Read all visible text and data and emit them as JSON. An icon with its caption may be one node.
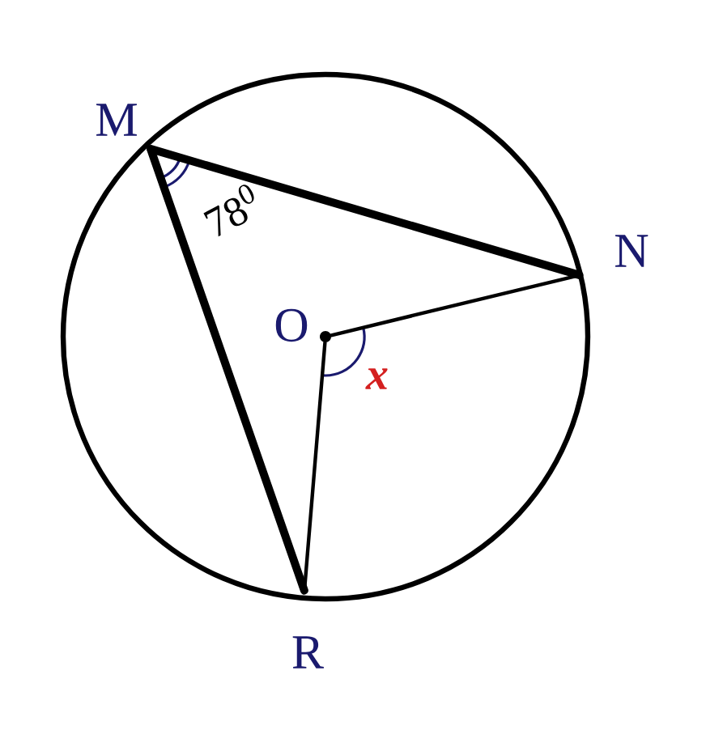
{
  "diagram": {
    "nodes": [
      {
        "text": [
          "M"
        ]
      },
      {
        "text": [
          "N"
        ]
      },
      {
        "text": [
          "O"
        ]
      },
      {
        "text": [
          "R"
        ]
      }
    ],
    "edges": [
      {
        "from": 0,
        "to": 1,
        "arrow": "none",
        "style": "thick"
      },
      {
        "from": 0,
        "to": 3,
        "arrow": "none",
        "style": "thick"
      },
      {
        "from": 2,
        "to": 1,
        "arrow": "none"
      },
      {
        "from": 2,
        "to": 3,
        "arrow": "none"
      }
    ],
    "labels": [
      "78$^{0}$",
      "x"
    ]
  }
}
